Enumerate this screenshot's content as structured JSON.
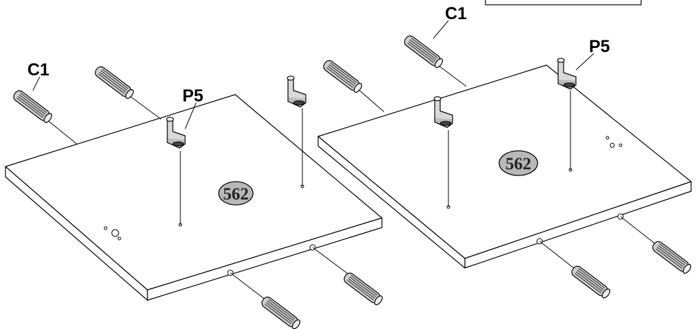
{
  "labels": {
    "dowel_left": "C1",
    "dowel_right": "C1",
    "support_left": "P5",
    "support_right": "P5"
  },
  "panels": {
    "left_id": "562",
    "right_id": "562"
  },
  "colors": {
    "badge_fill": "#b8b8b8",
    "dowel_fill": "#c8c8c8",
    "support_fill": "#d4d4d4",
    "line": "#000000"
  },
  "icons": {
    "dowel": "wooden-dowel-icon",
    "support": "shelf-support-pin-icon"
  }
}
